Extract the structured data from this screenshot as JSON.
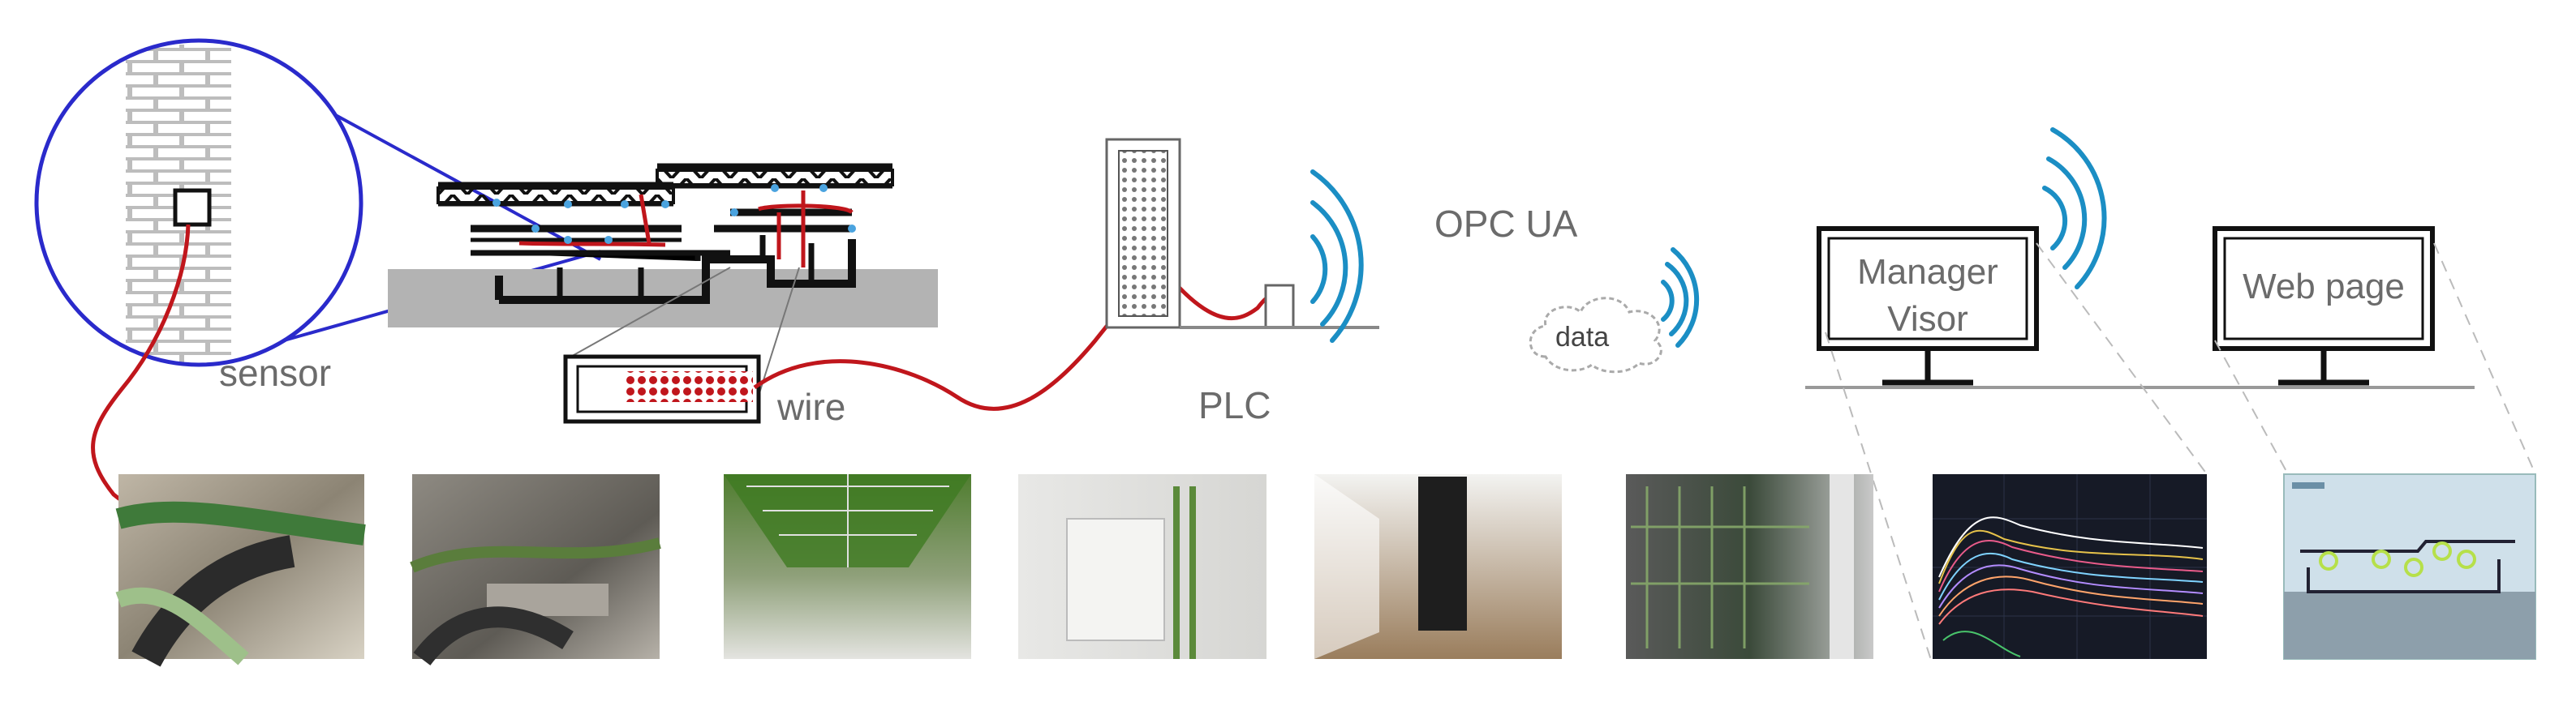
{
  "labels": {
    "sensor": "sensor",
    "wire": "wire",
    "plc": "PLC",
    "opc_ua": "OPC UA",
    "data": "data",
    "manager_visor_line1": "Manager",
    "manager_visor_line2": "Visor",
    "web_page": "Web page"
  },
  "colors": {
    "wire": "#c0161c",
    "wireless": "#1b8ec4",
    "magnifier": "#2a2acb",
    "brick_bg": "#bdbdbd",
    "ground": "#b3b3b3"
  },
  "icons": {
    "wireless": "wifi-signal-icon",
    "cloud": "cloud-icon",
    "monitor": "monitor-icon"
  }
}
